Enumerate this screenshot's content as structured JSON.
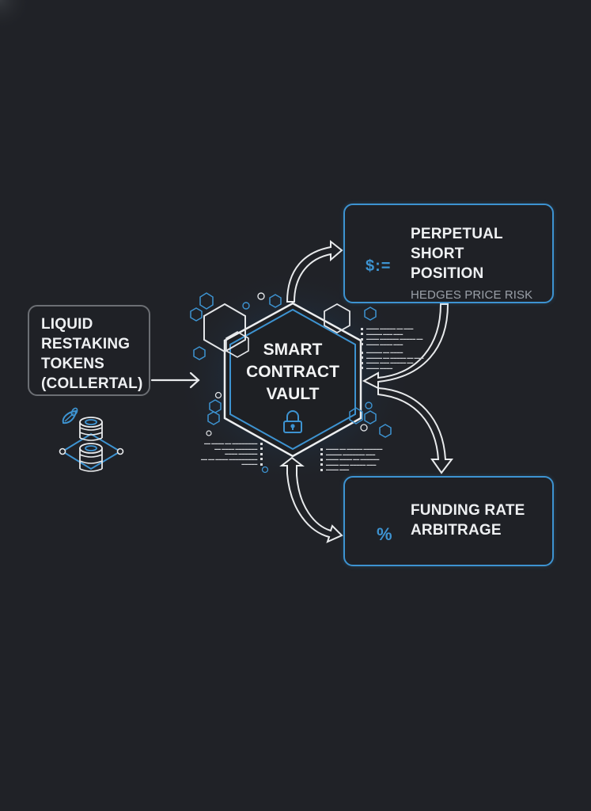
{
  "diagram": {
    "background": "#202227",
    "accent_color": "#3d93d1",
    "line_color": "#e8eaec",
    "nodes": {
      "collateral": {
        "lines": [
          "LIQUID",
          "RESTAKING",
          "TOKENS",
          "(COLLERTAL)"
        ],
        "icon": "coin-stack-leaf-icon"
      },
      "vault": {
        "lines": [
          "SMART",
          "CONTRACT",
          "VAULT"
        ],
        "icon": "lock-icon"
      },
      "perpetual": {
        "lines": [
          "PERPETUAL SHORT",
          "POSITION"
        ],
        "subtitle": "HEDGES PRICE RISK",
        "icon": "down-arrow-circle-icon",
        "secondary_icon_text": "$:="
      },
      "funding": {
        "lines": [
          "FUNDING RATE",
          "ARBITRAGE"
        ],
        "icon": "up-arrows-percent-icon",
        "icon_text": "%"
      }
    },
    "edges": [
      {
        "from": "collateral",
        "to": "vault"
      },
      {
        "from": "vault",
        "to": "perpetual"
      },
      {
        "from": "perpetual",
        "to": "vault"
      },
      {
        "from": "vault",
        "to": "funding"
      },
      {
        "from": "funding",
        "to": "vault"
      }
    ]
  }
}
